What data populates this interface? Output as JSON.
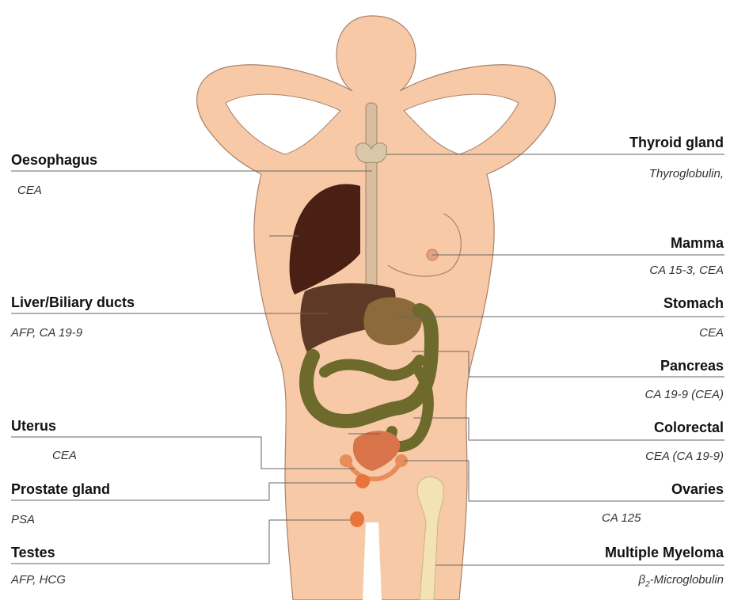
{
  "left_labels": [
    {
      "organ": "Oesophagus",
      "marker": "CEA"
    },
    {
      "organ": "Liver/Biliary ducts",
      "marker": "AFP, CA 19-9"
    },
    {
      "organ": "Uterus",
      "marker": "CEA"
    },
    {
      "organ": "Prostate gland",
      "marker": "PSA"
    },
    {
      "organ": "Testes",
      "marker": "AFP, HCG"
    }
  ],
  "right_labels": [
    {
      "organ": "Thyroid gland",
      "marker": "Thyroglobulin,"
    },
    {
      "organ": "Mamma",
      "marker": "CA 15-3, CEA"
    },
    {
      "organ": "Stomach",
      "marker": "CEA"
    },
    {
      "organ": "Pancreas",
      "marker": "CA 19-9 (CEA)"
    },
    {
      "organ": "Colorectal",
      "marker": "CEA (CA 19-9)"
    },
    {
      "organ": "Ovaries",
      "marker": "CA 125"
    },
    {
      "organ": "Multiple Myeloma",
      "marker_prefix": "β",
      "marker_sub": "2",
      "marker_suffix": "-Microglobulin"
    }
  ],
  "colors": {
    "skin": "#f7c9a6",
    "skin_outline": "#a8826a",
    "lung": "#4a1f14",
    "liver": "#5e3a26",
    "stomach": "#8c6a3a",
    "intestine": "#6e6a2c",
    "uterus": "#d9744a",
    "ovary": "#e88c5a",
    "bone": "#f3e3b4",
    "thyroid": "#d8c7a8",
    "trachea": "#d9bda0",
    "leader_line": "#666666"
  }
}
